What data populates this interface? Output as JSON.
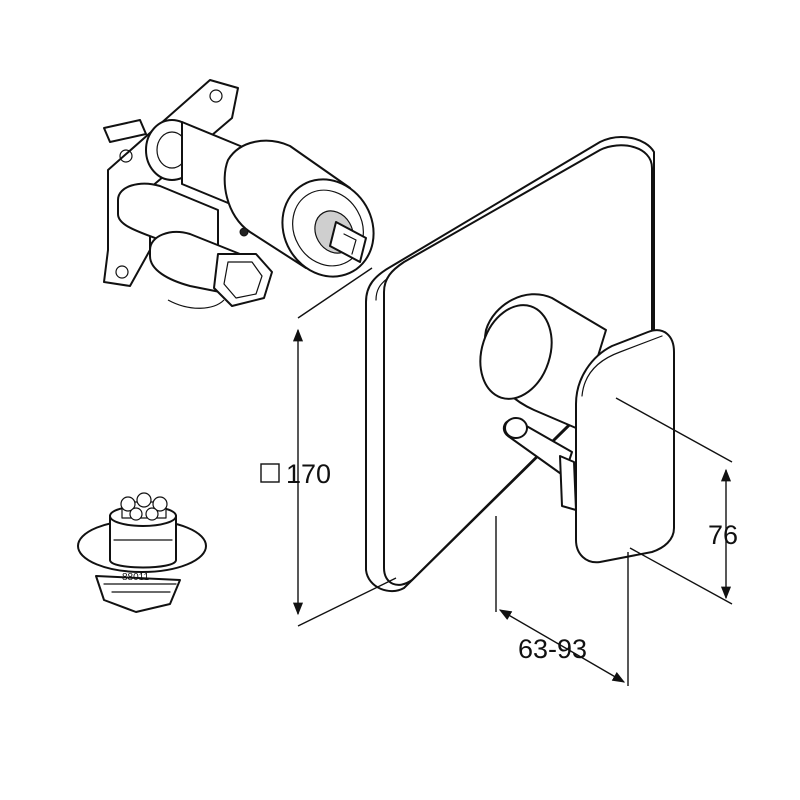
{
  "dimensions": {
    "plate_size": "170",
    "plate_size_symbol": "square",
    "handle_height": "76",
    "projection": "63-93"
  },
  "parts": {
    "cartridge_label": "88011"
  }
}
